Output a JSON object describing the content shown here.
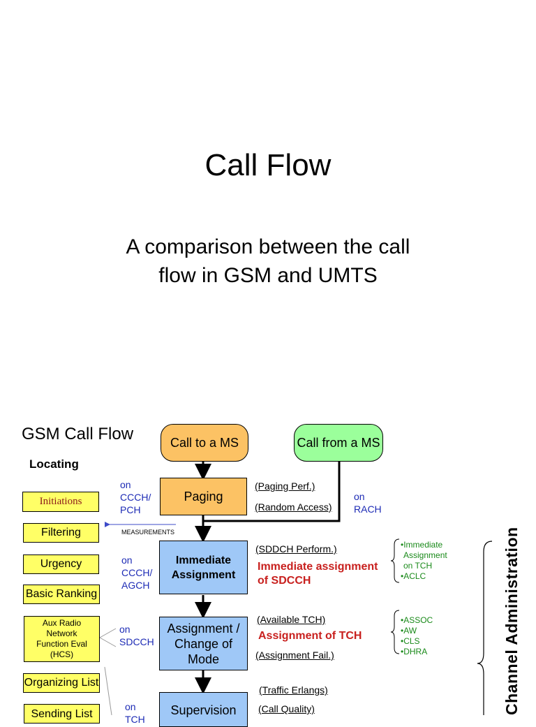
{
  "title": "Call Flow",
  "subtitle_line1": "A comparison between the call",
  "subtitle_line2": "flow in GSM and UMTS",
  "slide": {
    "title": "GSM Call Flow",
    "locating": "Locating",
    "call_to_ms": "Call to a MS",
    "call_from_ms": "Call from a MS",
    "paging": "Paging",
    "immediate_assignment_1": "Immediate",
    "immediate_assignment_2": "Assignment",
    "assignment_1": "Assignment /",
    "assignment_2": "Change of",
    "assignment_3": "Mode",
    "supervision": "Supervision",
    "on_ccch_pch": [
      "on",
      "CCCH/",
      "PCH"
    ],
    "on_ccch_agch": [
      "on",
      "CCCH/",
      "AGCH"
    ],
    "on_sdcch": [
      "on",
      "SDCCH"
    ],
    "on_tch": [
      "on",
      "TCH"
    ],
    "on_rach": [
      "on",
      "RACH"
    ],
    "measurements": "MEASUREMENTS",
    "paging_perf": "(Paging Perf.)",
    "random_access": "(Random Access)",
    "sddch_perform": "(SDDCH Perform.)",
    "imm_assign_sdcch_1": "Immediate assignment",
    "imm_assign_sdcch_2": "of SDCCH",
    "available_tch": "(Available TCH)",
    "assignment_of_tch": "Assignment of TCH",
    "assignment_fail": "(Assignment Fail.)",
    "traffic_erlangs": "(Traffic Erlangs)",
    "call_quality": "(Call Quality)",
    "green_list_1": [
      "•Immediate",
      "Assignment",
      "on TCH",
      "•ACLC"
    ],
    "green_list_2": [
      "•ASSOC",
      "•AW",
      "•CLS",
      "•DHRA"
    ],
    "locating_items": {
      "initiations": "Initiations",
      "filtering": "Filtering",
      "urgency": "Urgency",
      "basic_ranking": "Basic Ranking",
      "aux": [
        "Aux Radio",
        "Network",
        "Function Eval",
        "(HCS)"
      ],
      "organizing_list": "Organizing List",
      "sending_list": "Sending List"
    },
    "vertical_label": "Channel Administration"
  },
  "colors": {
    "orange": "#fcc264",
    "green": "#9bff9b",
    "blue": "#9fc8f7",
    "yellow": "#ffff66",
    "red_text": "#c8201e",
    "blue_text": "#1d2bb5",
    "green_text": "#1a8a1a"
  }
}
